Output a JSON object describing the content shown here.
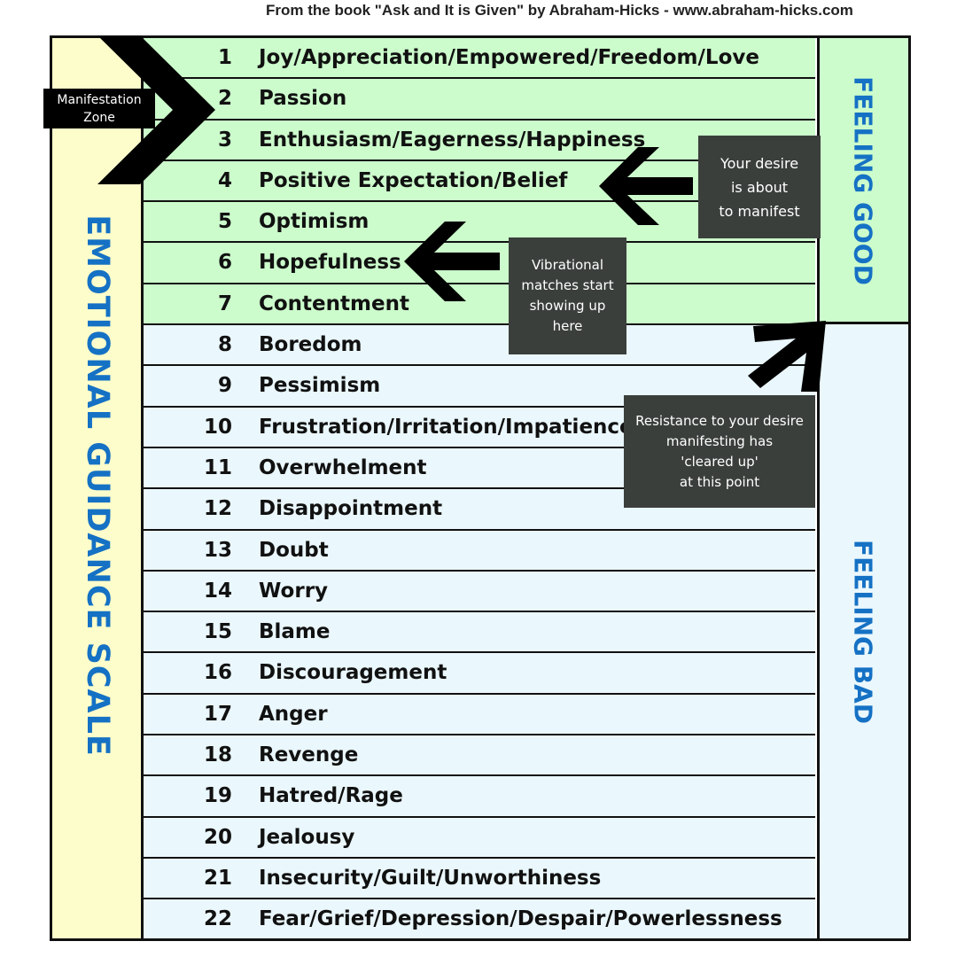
{
  "source": "From the book \"Ask and It is Given\" by Abraham-Hicks - www.abraham-hicks.com",
  "scale_title": "EMOTIONAL GUIDANCE SCALE",
  "feeling_good": "FEELING GOOD",
  "feeling_bad": "FEELING BAD",
  "emotions": [
    {
      "num": "1",
      "label": "Joy/Appreciation/Empowered/Freedom/Love"
    },
    {
      "num": "2",
      "label": "Passion"
    },
    {
      "num": "3",
      "label": "Enthusiasm/Eagerness/Happiness"
    },
    {
      "num": "4",
      "label": "Positive Expectation/Belief"
    },
    {
      "num": "5",
      "label": "Optimism"
    },
    {
      "num": "6",
      "label": "Hopefulness"
    },
    {
      "num": "7",
      "label": "Contentment"
    },
    {
      "num": "8",
      "label": "Boredom"
    },
    {
      "num": "9",
      "label": "Pessimism"
    },
    {
      "num": "10",
      "label": "Frustration/Irritation/Impatience"
    },
    {
      "num": "11",
      "label": "Overwhelment"
    },
    {
      "num": "12",
      "label": "Disappointment"
    },
    {
      "num": "13",
      "label": "Doubt"
    },
    {
      "num": "14",
      "label": "Worry"
    },
    {
      "num": "15",
      "label": "Blame"
    },
    {
      "num": "16",
      "label": "Discouragement"
    },
    {
      "num": "17",
      "label": "Anger"
    },
    {
      "num": "18",
      "label": "Revenge"
    },
    {
      "num": "19",
      "label": "Hatred/Rage"
    },
    {
      "num": "20",
      "label": "Jealousy"
    },
    {
      "num": "21",
      "label": "Insecurity/Guilt/Unworthiness"
    },
    {
      "num": "22",
      "label": "Fear/Grief/Depression/Despair/Powerlessness"
    }
  ],
  "notes": {
    "manifestation_zone": "Manifestation\nZone",
    "desire_about": "Your desire\nis about\nto manifest",
    "vibrational": "Vibrational\nmatches start\nshowing up\nhere",
    "resistance": "Resistance to your desire\nmanifesting has\n'cleared up'\nat this point"
  },
  "colors": {
    "good": "#ccfccc",
    "bad": "#eaf7fc",
    "left": "#fdfdcb",
    "title_blue": "#1571c4",
    "note_bg": "#3b3f3c"
  }
}
